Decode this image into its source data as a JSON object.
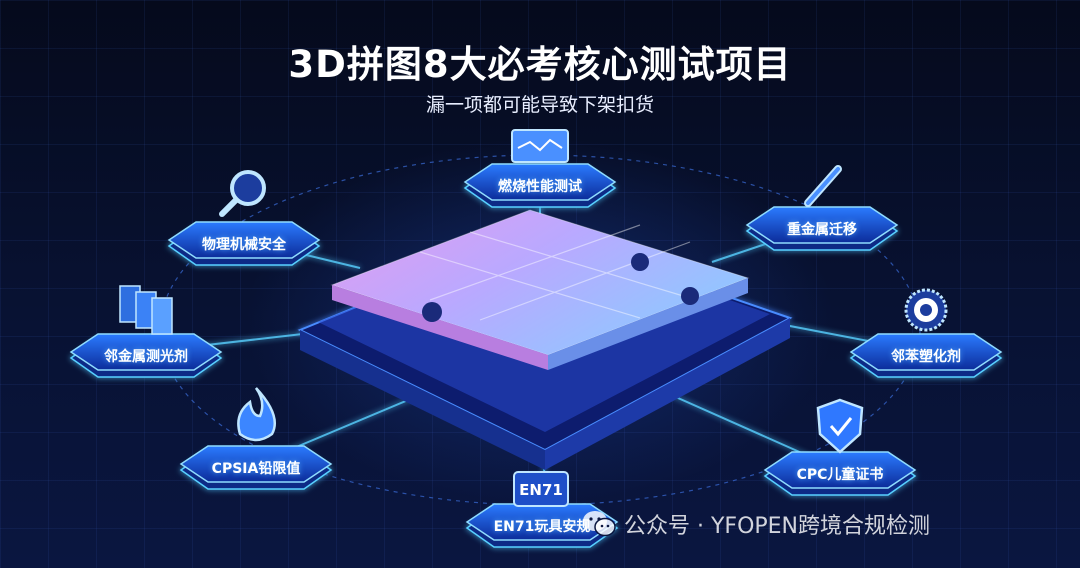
{
  "header": {
    "title": "3D拼图8大必考核心测试项目",
    "subtitle": "漏一项都可能导致下架扣货"
  },
  "nodes": [
    {
      "key": "flammability",
      "label": "燃烧性能测试",
      "icon": "testing-chart-icon"
    },
    {
      "key": "heavy-metal",
      "label": "重金属迁移",
      "icon": "pen-icon"
    },
    {
      "key": "phthalates",
      "label": "邻苯塑化剂",
      "icon": "certificate-seal-icon"
    },
    {
      "key": "cpc",
      "label": "CPC儿童证书",
      "icon": "shield-check-icon"
    },
    {
      "key": "en71",
      "label": "EN71玩具安规",
      "icon": "en71-card-icon",
      "icon_text": "EN71"
    },
    {
      "key": "cpsia",
      "label": "CPSIA铅限值",
      "icon": "flame-icon"
    },
    {
      "key": "brightener",
      "label": "邻金属测光剂",
      "icon": "documents-icon"
    },
    {
      "key": "mechanical",
      "label": "物理机械安全",
      "icon": "magnifier-icon"
    }
  ],
  "watermark": {
    "text": "公众号 · YFOPEN跨境合规检测",
    "icon": "wechat-icon"
  },
  "colors": {
    "accent": "#3aa8ff",
    "glow": "#58d0ff",
    "puzzle_pink": "#d78ae8",
    "puzzle_blue": "#7fb5ff"
  }
}
